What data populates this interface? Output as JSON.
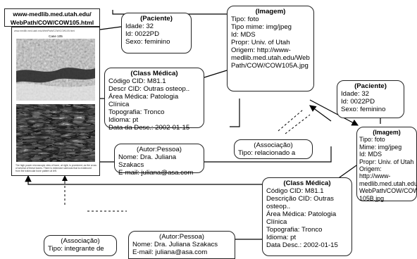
{
  "url_box": {
    "line1": "www-medlib.med.utah.edu/",
    "line2": "WebPath/COW/COW105.html"
  },
  "document": {
    "header": "www.medlib.med.utah.edu/WebPath/COW/COW105.html",
    "case": "Case 105",
    "caption": "The high power microscopic view of bone, at right, is prominent, as the cross of several of these bones. There is extensive sclerosis that is evidenced from the trabecular bone pattern at left."
  },
  "paciente1": {
    "title": "(Paciente)",
    "lines": [
      "Idade: 32",
      "Id: 0022PD",
      "Sexo: feminino"
    ]
  },
  "imagem1": {
    "title": "(Imagem)",
    "lines": [
      "Tipo: foto",
      "Tipo mime: img/jpeg",
      "Id: MDS",
      "Propr: Univ. of Utah",
      "Origem: http://www-",
      "medlib.med.utah.edu/Web",
      "Path/COW/COW105A.jpg"
    ]
  },
  "classmed1": {
    "title": "(Class Médica)",
    "lines": [
      "Código CID: M81.1",
      "Descr CID: Outras osteop..",
      "Área Médica: Patologia Clínica",
      "Topografia: Tronco",
      "Idioma: pt",
      "Data da Desc.: 2002-01-15"
    ]
  },
  "autor1": {
    "title": "(Autor:Pessoa)",
    "lines": [
      "Nome: Dra. Juliana Szakacs",
      "E-mail: juliana@asa.com"
    ]
  },
  "paciente2": {
    "title": "(Paciente)",
    "lines": [
      "Idade: 32",
      "Id: 0022PD",
      "Sexo: feminino"
    ]
  },
  "associacao1": {
    "title": "(Associação)",
    "lines": [
      "Tipo: relacionado a"
    ]
  },
  "imagem2": {
    "title": "(Imagem)",
    "lines": [
      "Tipo: foto",
      "Mime: img/jpeg",
      "Id: MDS",
      "Propr: Univ. of Utah",
      "Origem: http://www-",
      "medlib.med.utah.edu/",
      "WebPath/COW/COW",
      "105B.jpg"
    ]
  },
  "classmed2": {
    "title": "(Class Médica)",
    "lines": [
      "Código CID: M81.1",
      "Descrição CID: Outras",
      "osteop..",
      "Área Médica: Patologia",
      "Clínica",
      "Topografia: Tronco",
      "Idioma: pt",
      "Data Desc.: 2002-01-15"
    ]
  },
  "associacao2": {
    "title": "(Associação)",
    "lines": [
      "Tipo: integrante de"
    ]
  },
  "autor2": {
    "title": "(Autor:Pessoa)",
    "lines": [
      "Nome: Dra. Juliana Szakacs",
      "E-mail: juliana@asa.com"
    ]
  }
}
